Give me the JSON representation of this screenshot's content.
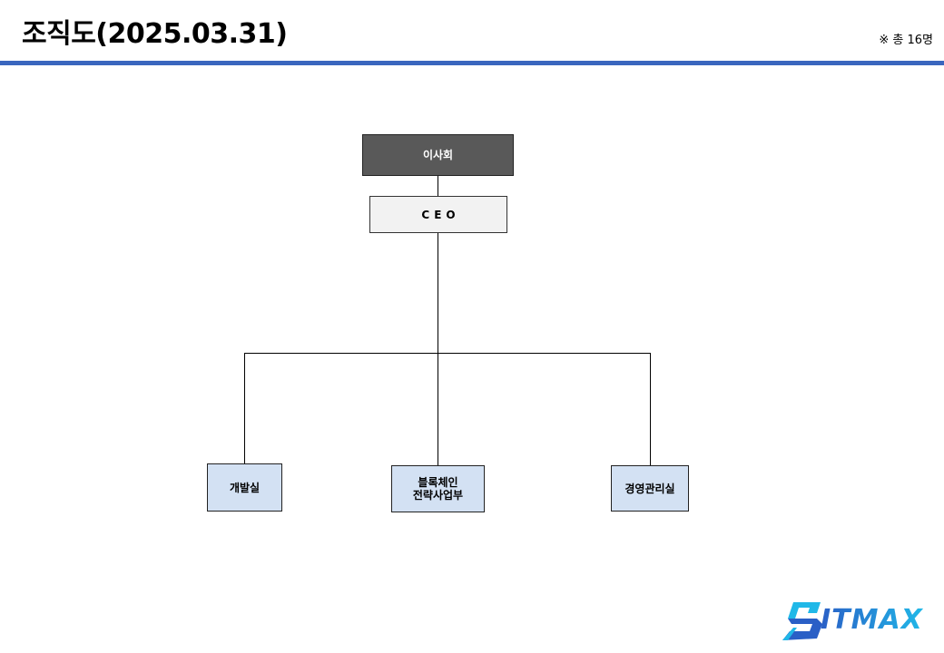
{
  "header": {
    "title": "조직도(2025.03.31)",
    "headcount": "※ 총 16명"
  },
  "org_chart": {
    "board": {
      "label": "이사회"
    },
    "ceo": {
      "label": "CEO"
    },
    "departments": [
      {
        "label": "개발실"
      },
      {
        "label": "블록체인\n전략사업부"
      },
      {
        "label": "경영관리실"
      }
    ]
  },
  "logo": {
    "text": "BITMAX",
    "wordmark": "ITMAX",
    "icon": "bitmax-b-logo-icon"
  },
  "colors": {
    "accent_rule": "#3a66be",
    "board_fill": "#595959",
    "ceo_fill": "#f2f2f2",
    "dept_fill": "#d3e1f3",
    "logo_blue": "#2a5fc6",
    "logo_cyan": "#20b8e8",
    "connector": "#000000"
  }
}
